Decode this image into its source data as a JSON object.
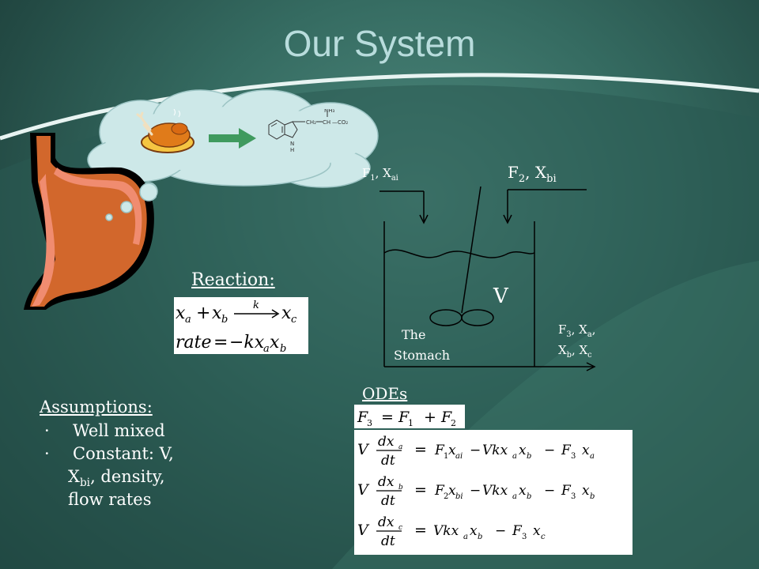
{
  "title": "Our System",
  "reaction": {
    "heading": "Reaction:",
    "equation": {
      "a": "x",
      "a_sub": "a",
      "plus": "+",
      "b": "x",
      "b_sub": "b",
      "k": "k",
      "c": "x",
      "c_sub": "c"
    },
    "rate": {
      "lhs": "rate",
      "eq": "=",
      "rhs": "−kx",
      "a_sub": "a",
      "x2": "x",
      "b_sub": "b"
    }
  },
  "labels": {
    "inlet1": {
      "f": "F",
      "f_sub": "1",
      "sep": ", X",
      "x_sub": "ai"
    },
    "inlet2": {
      "f": "F",
      "f_sub": "2",
      "sep": ", X",
      "x_sub": "bi"
    },
    "volume": "V",
    "outlet": {
      "line1_f": "F",
      "line1_f_sub": "3",
      "line1_sep": ", X",
      "line1_x_sub": "a",
      "line1_end": ",",
      "line2_x1": "X",
      "line2_x1_sub": "b",
      "line2_sep": ", X",
      "line2_x2_sub": "c"
    },
    "tank_name_1": "The",
    "tank_name_2": "Stomach"
  },
  "odes": {
    "heading": "ODEs",
    "eq1": {
      "lhs": "F",
      "lhs_sub": "3",
      "eq": "=",
      "t1": "F",
      "t1_sub": "1",
      "plus": "+",
      "t2": "F",
      "t2_sub": "2"
    },
    "eq2": {
      "v": "V",
      "dx": "dx",
      "dx_sub": "a",
      "dt": "dt",
      "eq": "=",
      "rhs": "F₁x_ai − Vkx_a x_b − F₃x_a"
    },
    "eq3": {
      "v": "V",
      "dx": "dx",
      "dx_sub": "b",
      "dt": "dt",
      "eq": "=",
      "rhs": "F₂x_bi − Vkx_a x_b − F₃x_b"
    },
    "eq4": {
      "v": "V",
      "dx": "dx",
      "dx_sub": "c",
      "dt": "dt",
      "eq": "=",
      "rhs": "Vkx_a x_b − F₃x_c"
    }
  },
  "assumptions": {
    "heading": "Assumptions:",
    "items": [
      {
        "bullet": "·",
        "text": "Well mixed"
      },
      {
        "bullet": "·",
        "text": "Constant: V,"
      }
    ],
    "cont1": "X",
    "cont1_sub": "bi",
    "cont1_rest": ", density,",
    "cont2": "flow rates"
  },
  "colors": {
    "stomach_fill": "#d2672c",
    "stomach_outline": "#000000",
    "stomach_lining": "#f08c70",
    "cloud": "#cde8e8",
    "arrow": "#3f9a5e",
    "equation_bg": "#ffffff",
    "text": "#ffffff",
    "title": "#b8dcdc"
  },
  "icons": [
    "thought-cloud-icon",
    "roast-chicken-icon",
    "tryptophan-molecule-icon",
    "stomach-icon",
    "impeller-icon"
  ]
}
